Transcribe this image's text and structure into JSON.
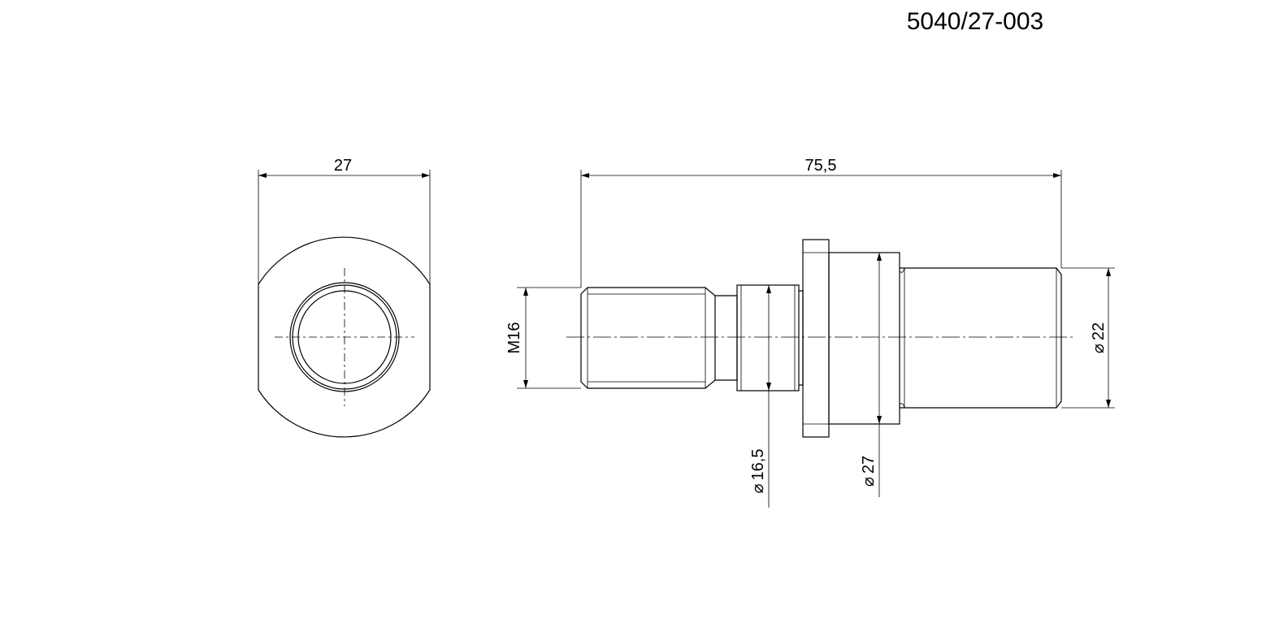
{
  "drawing": {
    "part_number": "5040/27-003",
    "dimensions": {
      "front_view_width": "27",
      "overall_length": "75,5",
      "thread": "M16",
      "diameter_relief": "16,5",
      "diameter_collar": "27",
      "diameter_shank": "22"
    },
    "diameter_symbol": "⌀",
    "line_color": "#000000"
  }
}
